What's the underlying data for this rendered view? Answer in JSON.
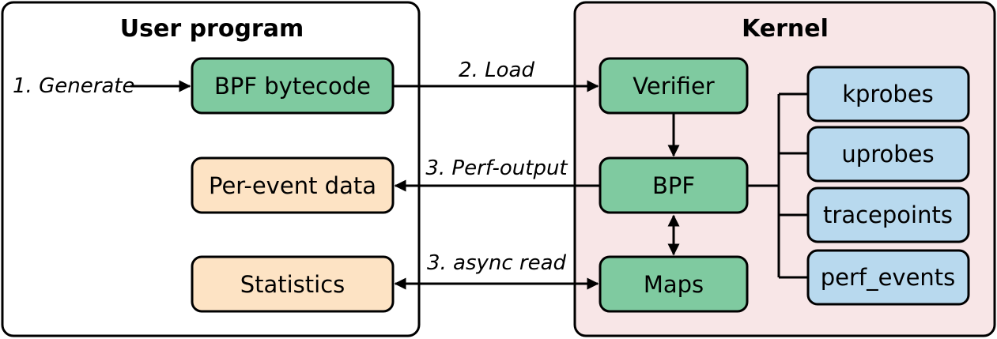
{
  "colors": {
    "green_box": "#7fcaa0",
    "orange_box": "#fde3c4",
    "blue_box": "#b8d9ee",
    "kernel_bg": "#f8e6e7",
    "user_bg": "#ffffff",
    "stroke": "#000000"
  },
  "user_program": {
    "title": "User program",
    "generate_label": "1. Generate",
    "bytecode_box": "BPF bytecode",
    "per_event_box": "Per-event data",
    "statistics_box": "Statistics"
  },
  "kernel": {
    "title": "Kernel",
    "verifier_box": "Verifier",
    "bpf_box": "BPF",
    "maps_box": "Maps",
    "sources": [
      "kprobes",
      "uprobes",
      "tracepoints",
      "perf_events"
    ]
  },
  "edges": {
    "load": "2. Load",
    "perf_output": "3. Perf-output",
    "async_read": "3. async read"
  }
}
